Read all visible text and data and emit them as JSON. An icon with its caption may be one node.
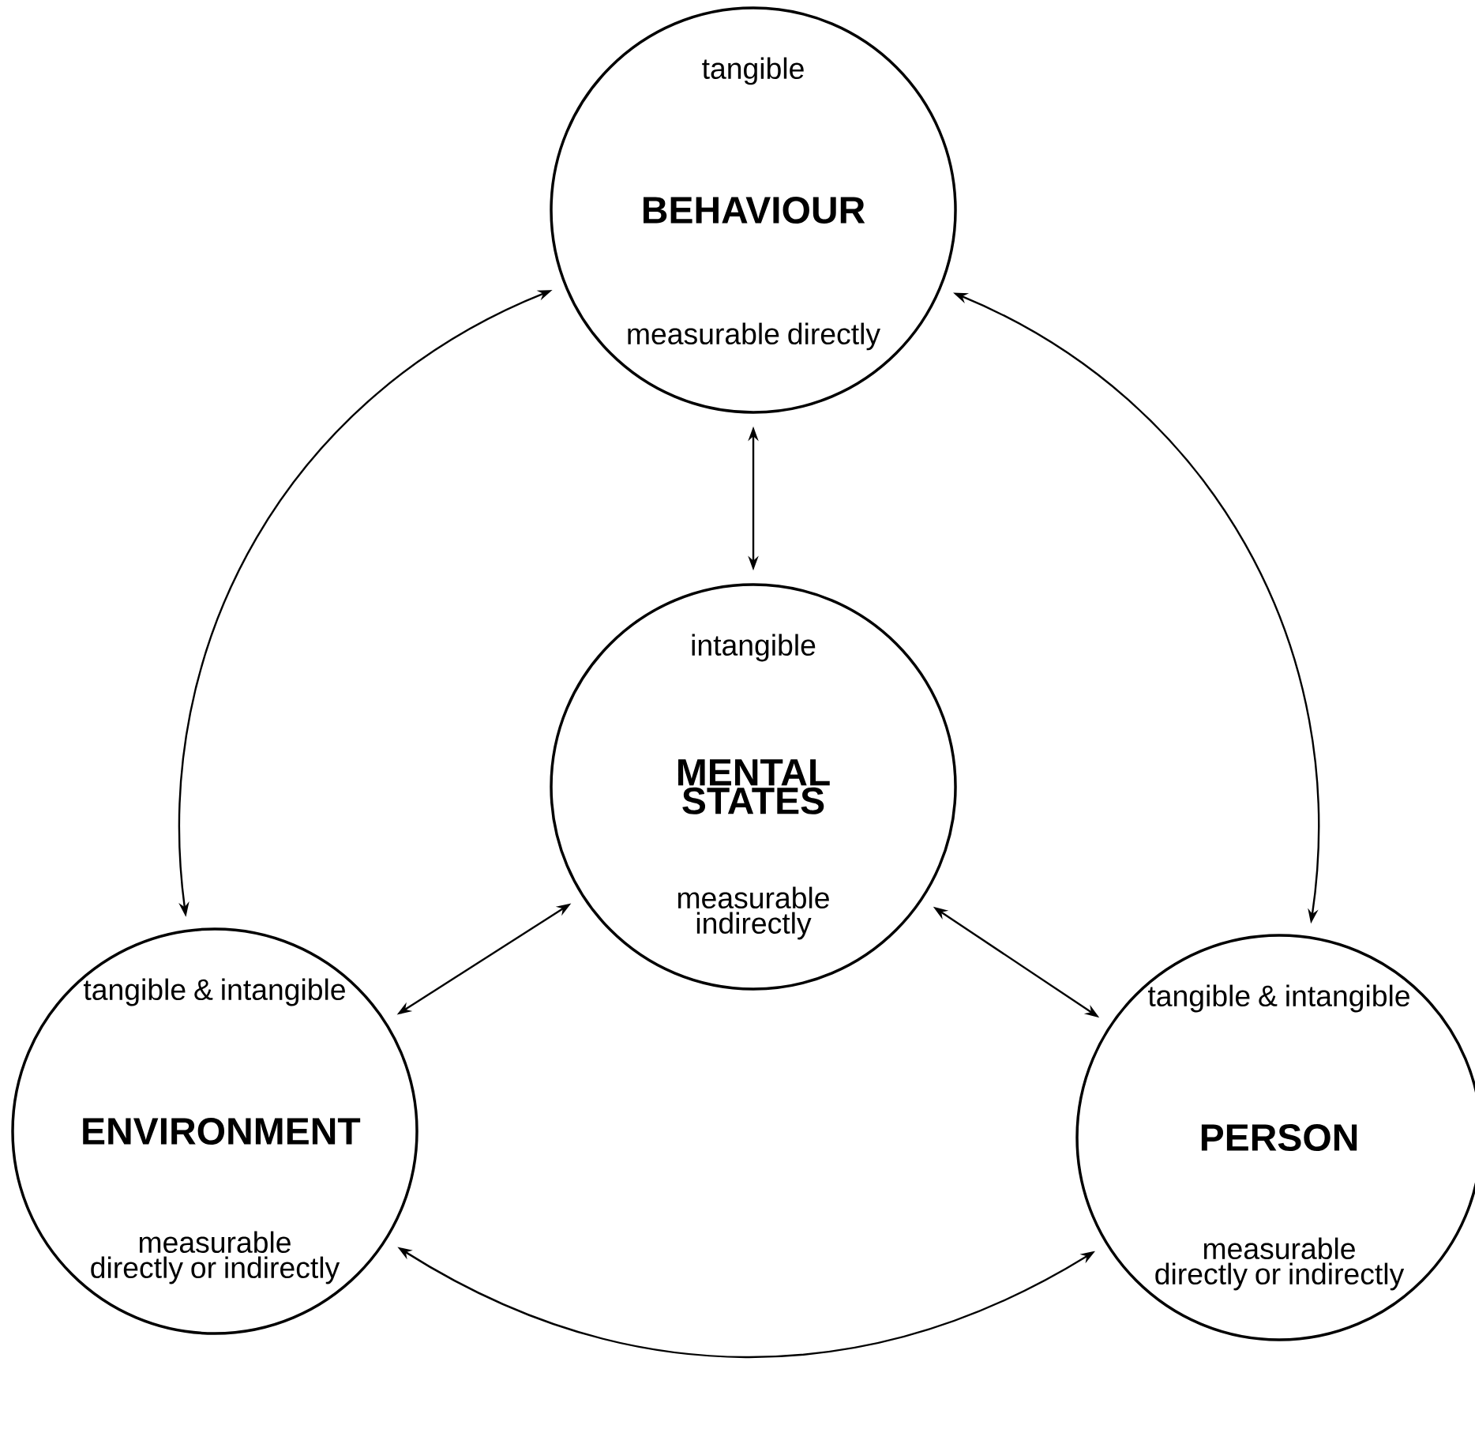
{
  "diagram": {
    "nodes": [
      {
        "text": [
          "tangible",
          "BEHAVIOUR",
          "measurable directly"
        ]
      },
      {
        "text": [
          "intangible",
          "MENTAL STATES",
          "measurable indirectly"
        ]
      },
      {
        "text": [
          "tangible & intangible",
          "ENVIRONMENT",
          "measurable directly or indirectly"
        ]
      },
      {
        "text": [
          "tangible & intangible",
          "PERSON",
          "measurable directly or indirectly"
        ]
      }
    ],
    "edges": [
      {
        "from": 0,
        "to": 1,
        "arrow": "both"
      },
      {
        "from": 1,
        "to": 2,
        "arrow": "both"
      },
      {
        "from": 1,
        "to": 3,
        "arrow": "both"
      },
      {
        "from": 2,
        "to": 0,
        "arrow": "both"
      },
      {
        "from": 0,
        "to": 3,
        "arrow": "both"
      },
      {
        "from": 2,
        "to": 3,
        "arrow": "both"
      }
    ]
  }
}
